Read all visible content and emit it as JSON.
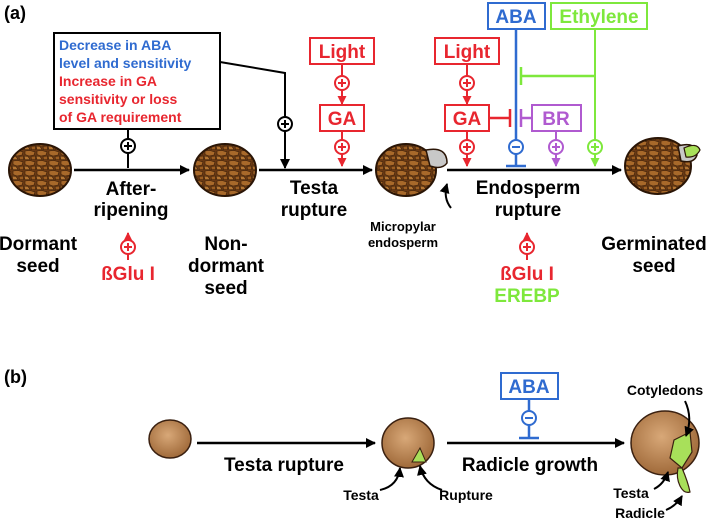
{
  "colors": {
    "black": "#000000",
    "red": "#e8262f",
    "blue": "#2f6bd0",
    "green": "#7ee83c",
    "purple": "#b05ad0",
    "seed_dark": "#6b3a14",
    "seed_mid": "#a56a2e",
    "seed_light": "#c99a6a",
    "endosperm": "#c8c8c8"
  },
  "panel_a": {
    "label": "(a)",
    "note_box": {
      "line1": "Decrease in ABA",
      "line2": "level and sensitivity",
      "line3": "Increase in GA",
      "line4": "sensitivity or loss",
      "line5": "of GA requirement"
    },
    "stages": {
      "dormant_l1": "Dormant",
      "dormant_l2": "seed",
      "nondormant_l1": "Non-",
      "nondormant_l2": "dormant",
      "nondormant_l3": "seed",
      "germinated_l1": "Germinated",
      "germinated_l2": "seed"
    },
    "processes": {
      "afterripening_l1": "After-",
      "afterripening_l2": "ripening",
      "testa_l1": "Testa",
      "testa_l2": "rupture",
      "endosperm_l1": "Endosperm",
      "endosperm_l2": "rupture"
    },
    "micropylar_l1": "Micropylar",
    "micropylar_l2": "endosperm",
    "factors": {
      "light1": "Light",
      "ga1": "GA",
      "light2": "Light",
      "ga2": "GA",
      "br": "BR",
      "aba": "ABA",
      "ethylene": "Ethylene",
      "bglu1": "ßGlu I",
      "bglu2": "ßGlu I",
      "erebp": "EREBP"
    }
  },
  "panel_b": {
    "label": "(b)",
    "aba": "ABA",
    "testa_rupture": "Testa rupture",
    "radicle_growth": "Radicle growth",
    "testa1": "Testa",
    "rupture": "Rupture",
    "cotyledons": "Cotyledons",
    "testa2": "Testa",
    "radicle": "Radicle"
  }
}
